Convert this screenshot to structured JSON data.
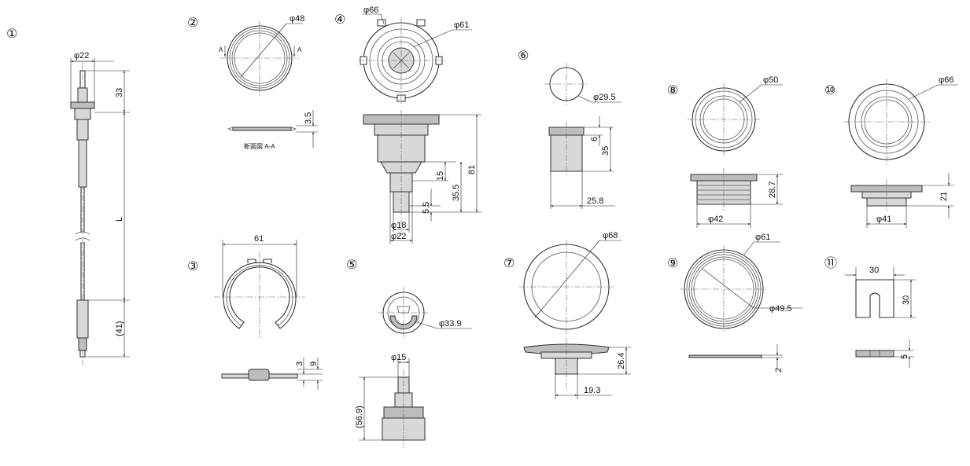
{
  "parts": [
    {
      "id": "p1",
      "number": "①",
      "dims": {
        "dia": "φ22",
        "top": "33",
        "length": "L",
        "bottom": "(41)"
      }
    },
    {
      "id": "p2",
      "number": "②",
      "dims": {
        "dia": "φ48",
        "thick": "3.5",
        "sect_a1": "A",
        "sect_a2": "A",
        "section": "断面図 A-A"
      }
    },
    {
      "id": "p3",
      "number": "③",
      "dims": {
        "width": "61",
        "t1": "3",
        "t2": "9"
      }
    },
    {
      "id": "p4",
      "number": "④",
      "dims": {
        "outer": "φ66",
        "inner": "φ61",
        "h81": "81",
        "h355": "35.5",
        "h15": "15",
        "h55": "5.5",
        "d18": "φ18",
        "d22": "φ22"
      }
    },
    {
      "id": "p5",
      "number": "⑤",
      "dims": {
        "dia": "φ33.9",
        "d15": "φ15",
        "height": "(56.9)"
      }
    },
    {
      "id": "p6",
      "number": "⑥",
      "dims": {
        "dia": "φ29.5",
        "h6": "6",
        "h35": "35",
        "w": "25.8"
      }
    },
    {
      "id": "p7",
      "number": "⑦",
      "dims": {
        "dia": "φ68",
        "h": "26.4",
        "w": "19.3"
      }
    },
    {
      "id": "p8",
      "number": "⑧",
      "dims": {
        "dia": "φ50",
        "h": "28.7",
        "d42": "φ42"
      }
    },
    {
      "id": "p9",
      "number": "⑨",
      "dims": {
        "outer": "φ61",
        "inner": "φ49.5",
        "thick": "2"
      }
    },
    {
      "id": "p10",
      "number": "⑩",
      "dims": {
        "dia": "φ66",
        "h": "21",
        "d41": "φ41"
      }
    },
    {
      "id": "p11",
      "number": "⑪",
      "dims": {
        "w": "30",
        "h": "30",
        "t": "5"
      }
    }
  ]
}
